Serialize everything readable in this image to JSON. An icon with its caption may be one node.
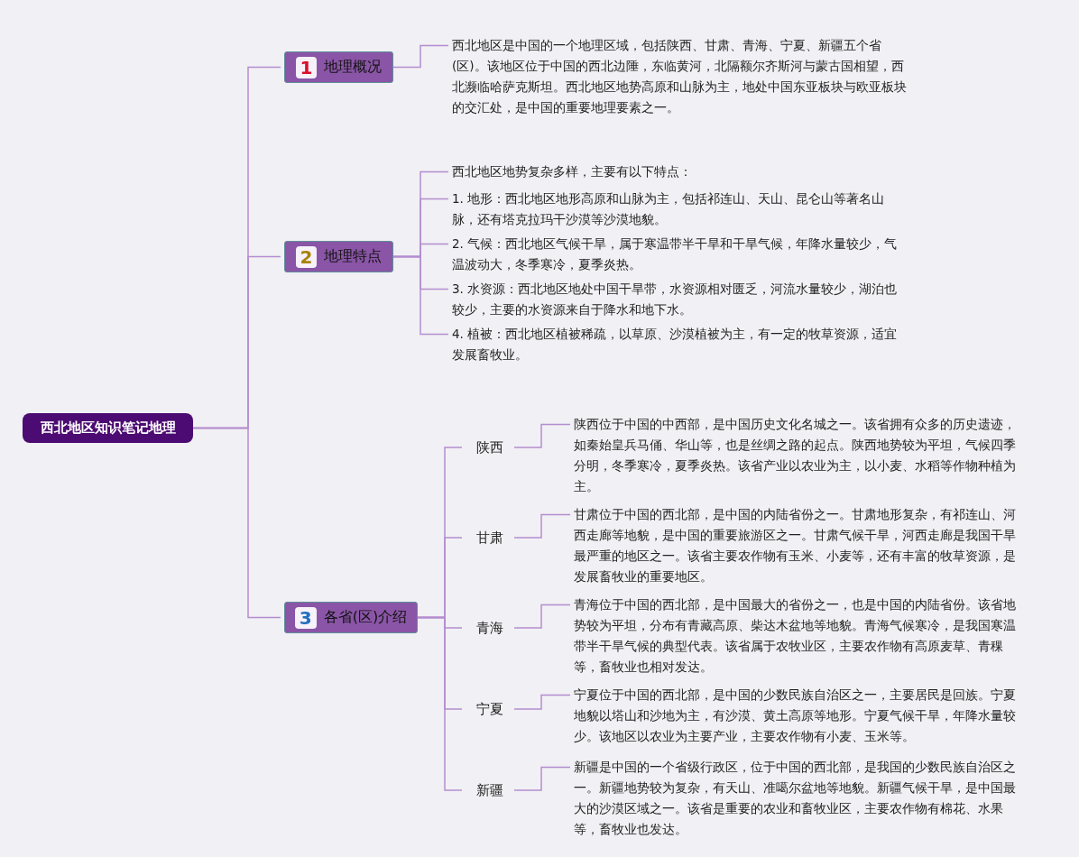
{
  "diagram": {
    "nodes": [
      {
        "text": [
          "西北地区知识笔记地理"
        ]
      },
      {
        "text": [
          "1",
          "地理概况"
        ]
      },
      {
        "text": [
          "西北地区是中国的一个地理区域，包括陕西、甘肃、青海、宁夏、新疆五个省(区)。该地区位于中国的西北边陲，东临黄河，北隔额尔齐斯河与蒙古国相望，西北濒临哈萨克斯坦。西北地区地势高原和山脉为主，地处中国东亚板块与欧亚板块的交汇处，是中国的重要地理要素之一。"
        ]
      },
      {
        "text": [
          "2",
          "地理特点"
        ]
      },
      {
        "text": [
          "西北地区地势复杂多样，主要有以下特点："
        ]
      },
      {
        "text": [
          "1. 地形：西北地区地形高原和山脉为主，包括祁连山、天山、昆仑山等著名山脉，还有塔克拉玛干沙漠等沙漠地貌。"
        ]
      },
      {
        "text": [
          "2. 气候：西北地区气候干旱，属于寒温带半干旱和干旱气候，年降水量较少，气温波动大，冬季寒冷，夏季炎热。"
        ]
      },
      {
        "text": [
          "3. 水资源：西北地区地处中国干旱带，水资源相对匮乏，河流水量较少，湖泊也较少，主要的水资源来自于降水和地下水。"
        ]
      },
      {
        "text": [
          "4. 植被：西北地区植被稀疏，以草原、沙漠植被为主，有一定的牧草资源，适宜发展畜牧业。"
        ]
      },
      {
        "text": [
          "3",
          "各省(区)介绍"
        ]
      },
      {
        "text": [
          "陕西"
        ]
      },
      {
        "text": [
          "陕西位于中国的中西部，是中国历史文化名城之一。该省拥有众多的历史遗迹，如秦始皇兵马俑、华山等，也是丝绸之路的起点。陕西地势较为平坦，气候四季分明，冬季寒冷，夏季炎热。该省产业以农业为主，以小麦、水稻等作物种植为主。"
        ]
      },
      {
        "text": [
          "甘肃"
        ]
      },
      {
        "text": [
          "甘肃位于中国的西北部，是中国的内陆省份之一。甘肃地形复杂，有祁连山、河西走廊等地貌，是中国的重要旅游区之一。甘肃气候干旱，河西走廊是我国干旱最严重的地区之一。该省主要农作物有玉米、小麦等，还有丰富的牧草资源，是发展畜牧业的重要地区。"
        ]
      },
      {
        "text": [
          "青海"
        ]
      },
      {
        "text": [
          "青海位于中国的西北部，是中国最大的省份之一，也是中国的内陆省份。该省地势较为平坦，分布有青藏高原、柴达木盆地等地貌。青海气候寒冷，是我国寒温带半干旱气候的典型代表。该省属于农牧业区，主要农作物有高原麦草、青稞等，畜牧业也相对发达。"
        ]
      },
      {
        "text": [
          "宁夏"
        ]
      },
      {
        "text": [
          "宁夏位于中国的西北部，是中国的少数民族自治区之一，主要居民是回族。宁夏地貌以塔山和沙地为主，有沙漠、黄土高原等地形。宁夏气候干旱，年降水量较少。该地区以农业为主要产业，主要农作物有小麦、玉米等。"
        ]
      },
      {
        "text": [
          "新疆"
        ]
      },
      {
        "text": [
          "新疆是中国的一个省级行政区，位于中国的西北部，是我国的少数民族自治区之一。新疆地势较为复杂，有天山、准噶尔盆地等地貌。新疆气候干旱，是中国最大的沙漠区域之一。该省是重要的农业和畜牧业区，主要农作物有棉花、水果等，畜牧业也发达。"
        ]
      }
    ],
    "edges": [
      {
        "from": 0,
        "to": 1,
        "arrow": "none"
      },
      {
        "from": 0,
        "to": 3,
        "arrow": "none"
      },
      {
        "from": 0,
        "to": 9,
        "arrow": "none"
      },
      {
        "from": 1,
        "to": 2,
        "arrow": "none"
      },
      {
        "from": 3,
        "to": 4,
        "arrow": "none"
      },
      {
        "from": 3,
        "to": 5,
        "arrow": "none"
      },
      {
        "from": 3,
        "to": 6,
        "arrow": "none"
      },
      {
        "from": 3,
        "to": 7,
        "arrow": "none"
      },
      {
        "from": 3,
        "to": 8,
        "arrow": "none"
      },
      {
        "from": 9,
        "to": 10,
        "arrow": "none"
      },
      {
        "from": 9,
        "to": 12,
        "arrow": "none"
      },
      {
        "from": 9,
        "to": 14,
        "arrow": "none"
      },
      {
        "from": 9,
        "to": 16,
        "arrow": "none"
      },
      {
        "from": 9,
        "to": 18,
        "arrow": "none"
      },
      {
        "from": 10,
        "to": 11,
        "arrow": "none"
      },
      {
        "from": 12,
        "to": 13,
        "arrow": "none"
      },
      {
        "from": 14,
        "to": 15,
        "arrow": "none"
      },
      {
        "from": 16,
        "to": 17,
        "arrow": "none"
      },
      {
        "from": 18,
        "to": 19,
        "arrow": "none"
      }
    ]
  }
}
